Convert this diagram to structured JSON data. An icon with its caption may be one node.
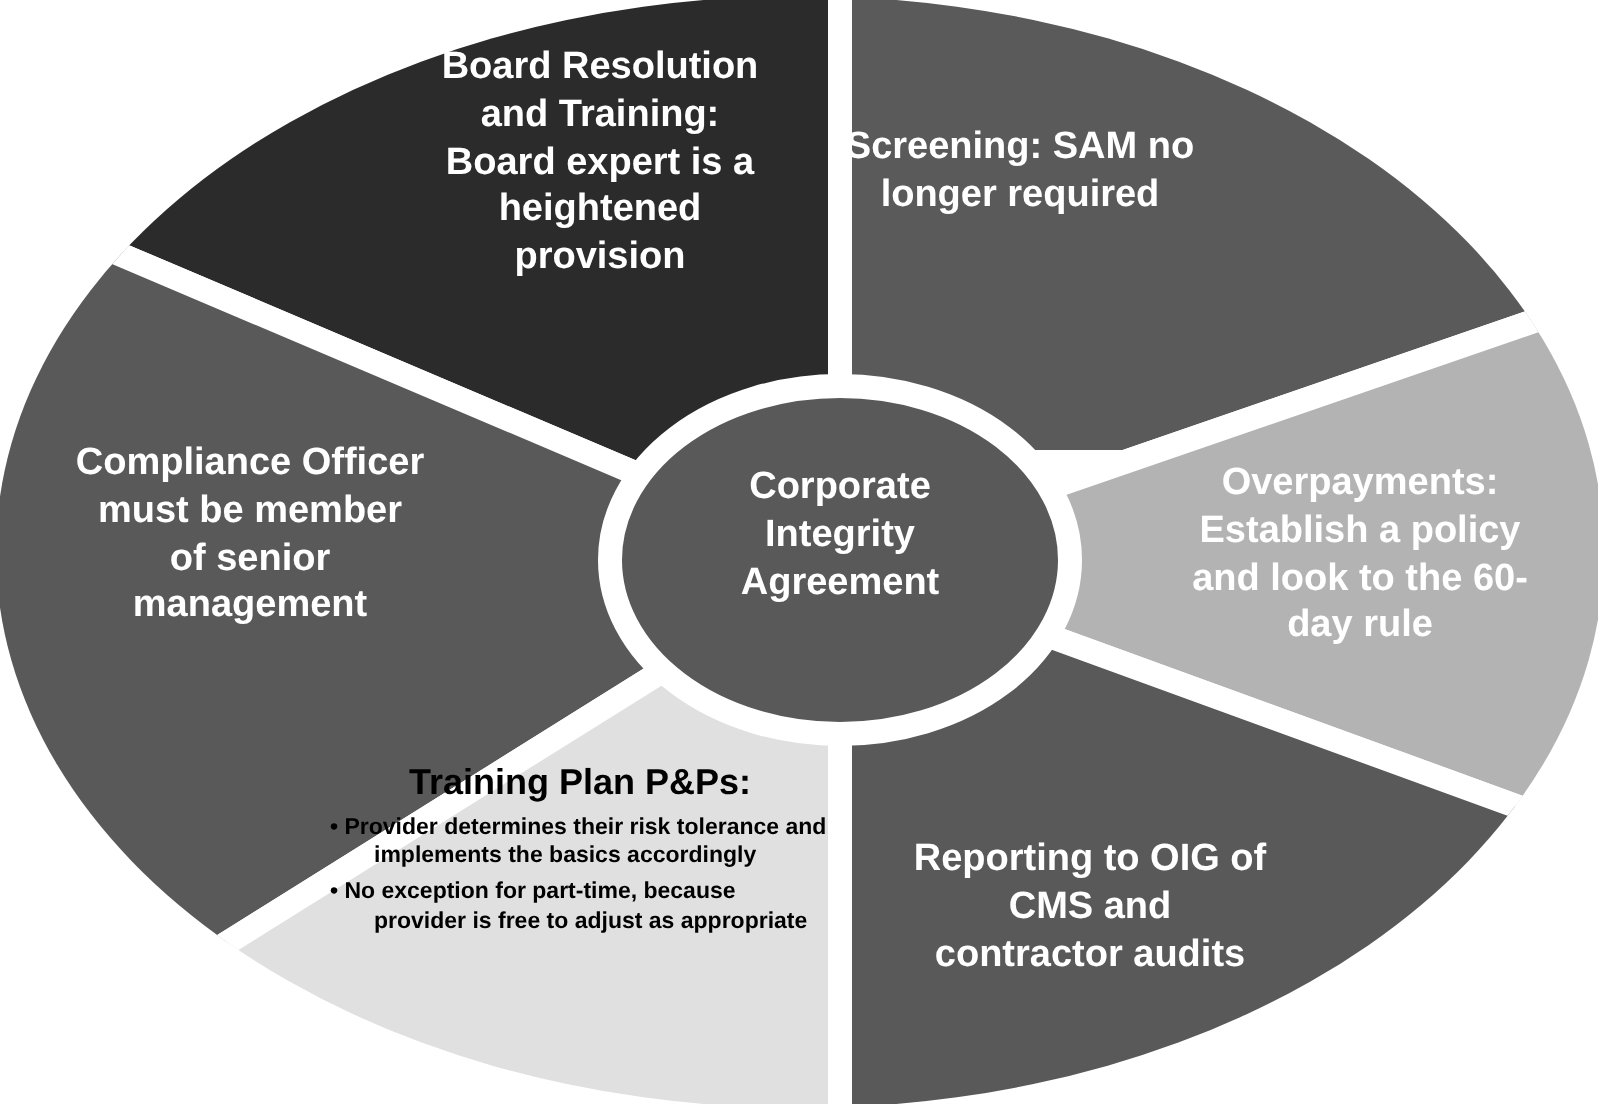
{
  "diagram": {
    "nodes": [
      {
        "text": [
          "Board Resolution and Training: Board expert is a heightened provision"
        ]
      },
      {
        "text": [
          "Screening: SAM no longer required"
        ]
      },
      {
        "text": [
          "Compliance Officer must be member of senior management"
        ]
      },
      {
        "text": [
          "Corporate Integrity Agreement"
        ]
      },
      {
        "text": [
          "Overpayments: Establish a policy and look to the 60-day rule"
        ]
      },
      {
        "text": [
          "Training Plan P&Ps:",
          "• Provider determines their risk tolerance and implements the basics accordingly",
          "• No exception for part-time, because provider is free to adjust as appropriate"
        ]
      },
      {
        "text": [
          "Reporting to OIG of CMS and contractor audits"
        ]
      }
    ]
  }
}
